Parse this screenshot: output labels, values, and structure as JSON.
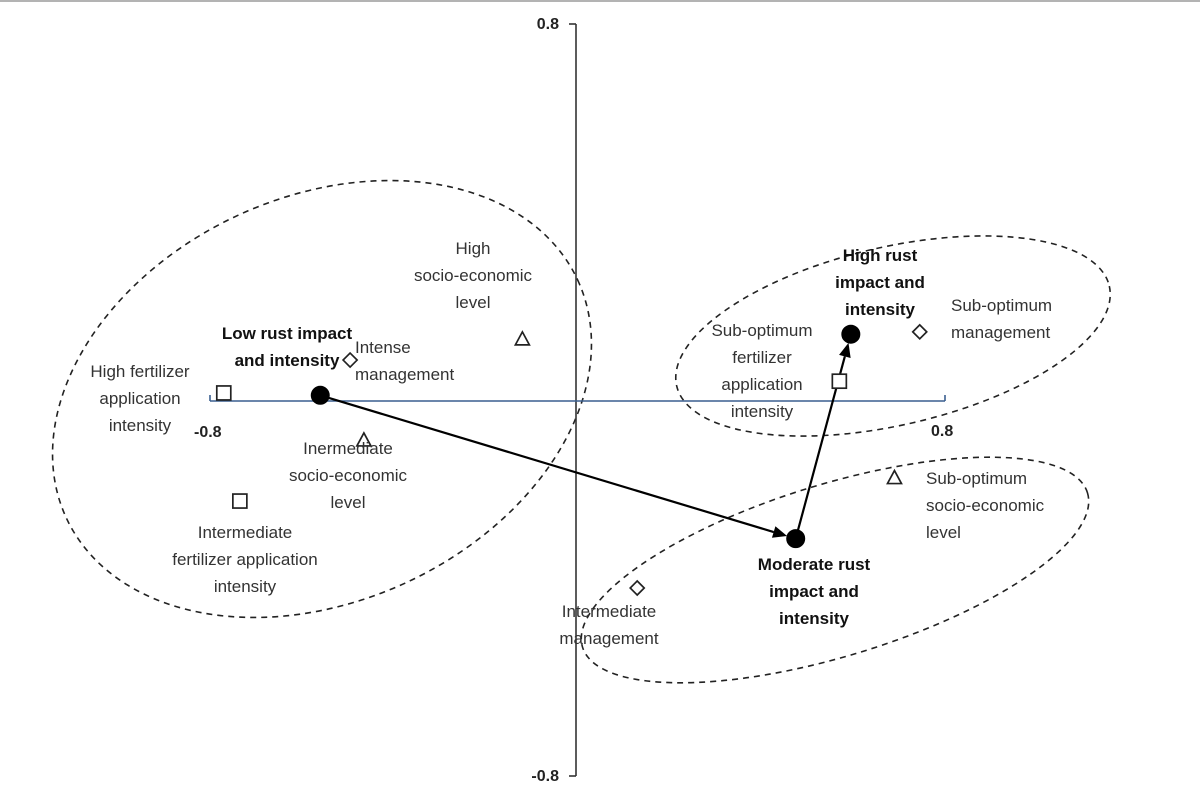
{
  "chart_data": {
    "type": "scatter",
    "title": "",
    "xlabel": "",
    "ylabel": "",
    "xlim": [
      -0.8,
      0.8
    ],
    "ylim": [
      -0.8,
      0.8
    ],
    "x_tick_labels": [
      "-0.8",
      "0.8"
    ],
    "y_tick_labels": [
      "0.8",
      "-0.8"
    ],
    "grid": false,
    "legend": "none",
    "colors": {
      "axis": "#333333",
      "horizontal_axis": "#3a5f8f",
      "points": "#000000"
    },
    "groups": [
      {
        "members": [
          "Low rust impact and intensity",
          "High fertilizer application intensity",
          "Intense management",
          "High socio-economic level",
          "Inermediate socio-economic level",
          "Intermediate fertilizer application intensity"
        ]
      },
      {
        "members": [
          "High rust impact and intensity",
          "Sub-optimum management",
          "Sub-optimum fertilizer application intensity"
        ]
      },
      {
        "members": [
          "Moderate rust impact and intensity",
          "Sub-optimum socio-economic level",
          "Intermediate management"
        ]
      }
    ],
    "trajectory": [
      "Low rust impact and intensity",
      "Moderate rust impact and intensity",
      "High rust impact and intensity"
    ],
    "points": [
      {
        "label": "Low rust impact and intensity",
        "label_lines": [
          "Low rust impact",
          "and intensity"
        ],
        "marker": "circle",
        "x": -0.56,
        "y": 0.01
      },
      {
        "label": "Moderate rust impact and intensity",
        "label_lines": [
          "Moderate rust",
          "impact and",
          "intensity"
        ],
        "marker": "circle",
        "x": 0.475,
        "y": -0.295
      },
      {
        "label": "High rust impact and intensity",
        "label_lines": [
          "High rust",
          "impact and",
          "intensity"
        ],
        "marker": "circle",
        "x": 0.595,
        "y": 0.14
      },
      {
        "label": "High fertilizer application intensity",
        "label_lines": [
          "High fertilizer",
          "application",
          "intensity"
        ],
        "marker": "square",
        "x": -0.77,
        "y": 0.015
      },
      {
        "label": "Intermediate fertilizer application intensity",
        "label_lines": [
          "Intermediate",
          "fertilizer application",
          "intensity"
        ],
        "marker": "square",
        "x": -0.735,
        "y": -0.215
      },
      {
        "label": "Sub-optimum fertilizer application intensity",
        "label_lines": [
          "Sub-optimum",
          "fertilizer",
          "application",
          "intensity"
        ],
        "marker": "square",
        "x": 0.57,
        "y": 0.04
      },
      {
        "label": "Intense management",
        "label_lines": [
          "Intense",
          "management"
        ],
        "marker": "diamond",
        "x": -0.495,
        "y": 0.085
      },
      {
        "label": "Intermediate management",
        "label_lines": [
          "Intermediate",
          "management"
        ],
        "marker": "diamond",
        "x": 0.13,
        "y": -0.4
      },
      {
        "label": "Sub-optimum management",
        "label_lines": [
          "Sub-optimum",
          "management"
        ],
        "marker": "diamond",
        "x": 0.745,
        "y": 0.145
      },
      {
        "label": "High socio-economic level",
        "label_lines": [
          "High",
          "socio-economic",
          "level"
        ],
        "marker": "triangle",
        "x": -0.12,
        "y": 0.13
      },
      {
        "label": "Inermediate socio-economic level",
        "label_lines": [
          "Inermediate",
          "socio-economic",
          "level"
        ],
        "marker": "triangle",
        "x": -0.465,
        "y": -0.085
      },
      {
        "label": "Sub-optimum socio-economic level",
        "label_lines": [
          "Sub-optimum",
          "socio-economic",
          "level"
        ],
        "marker": "triangle",
        "x": 0.69,
        "y": -0.165
      }
    ]
  }
}
